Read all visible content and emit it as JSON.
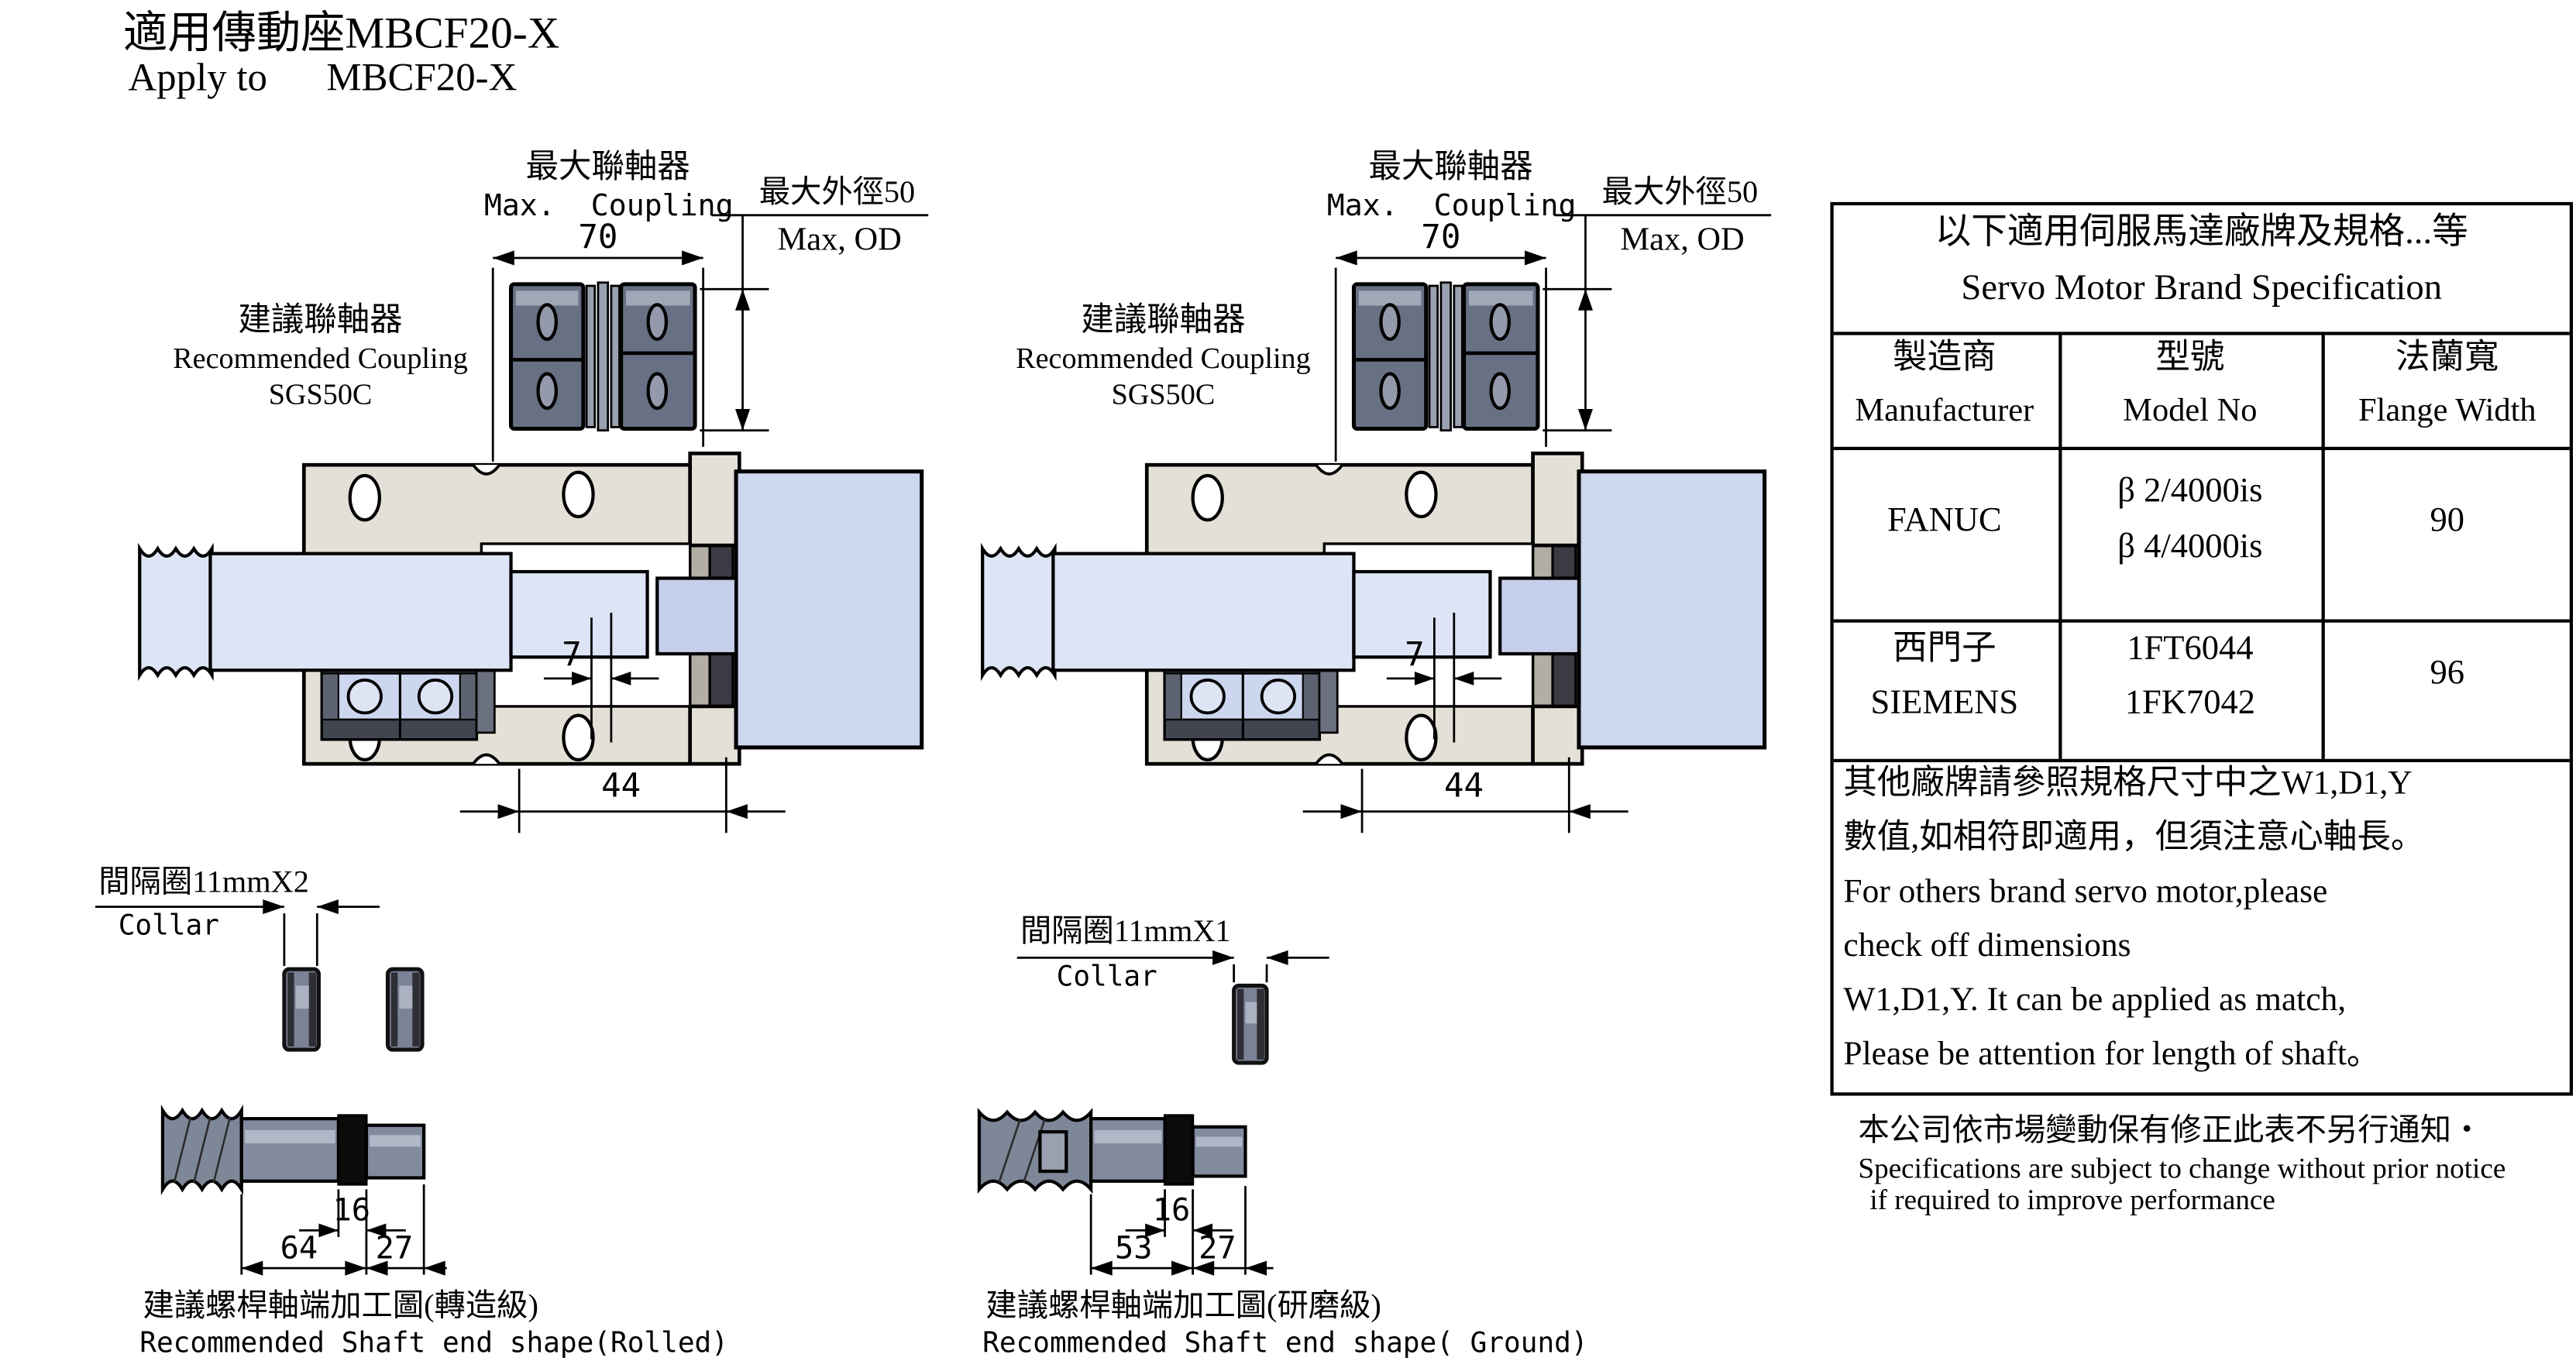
{
  "title": {
    "line1": "適用傳動座MBCF20-X",
    "line2": "Apply to      MBCF20-X"
  },
  "drawings": {
    "left": {
      "max_coupling_cjk": "最大聯軸器",
      "max_coupling_en": "Max.  Coupling",
      "coupling_width": "70",
      "max_od_cjk": "最大外徑50",
      "max_od_en": "Max, OD",
      "rec_coupling_cjk": "建議聯軸器",
      "rec_coupling_en": "Recommended Coupling",
      "rec_coupling_model": "SGS50C",
      "gap_dim": "7",
      "depth_dim": "44",
      "collar_cjk": "間隔圈11mmX2",
      "collar_en": "Collar",
      "dim_16": "16",
      "dim_64": "64",
      "dim_27": "27",
      "caption_cjk": "建議螺桿軸端加工圖(轉造級)",
      "caption_en": "Recommended Shaft end shape(Rolled)"
    },
    "middle": {
      "max_coupling_cjk": "最大聯軸器",
      "max_coupling_en": "Max.  Coupling",
      "coupling_width": "70",
      "max_od_cjk": "最大外徑50",
      "max_od_en": "Max, OD",
      "rec_coupling_cjk": "建議聯軸器",
      "rec_coupling_en": "Recommended Coupling",
      "rec_coupling_model": "SGS50C",
      "gap_dim": "7",
      "depth_dim": "44",
      "collar_cjk": "間隔圈11mmX1",
      "collar_en": "Collar",
      "dim_16": "16",
      "dim_53": "53",
      "dim_27": "27",
      "caption_cjk": "建議螺桿軸端加工圖(研磨級)",
      "caption_en": "Recommended Shaft end shape( Ground)"
    }
  },
  "table": {
    "title_cjk": "以下適用伺服馬達廠牌及規格...等",
    "title_en": "Servo Motor Brand Specification",
    "columns": [
      {
        "cjk": "製造商",
        "en": "Manufacturer"
      },
      {
        "cjk": "型號",
        "en": "Model No"
      },
      {
        "cjk": "法蘭寬",
        "en": "Flange Width"
      }
    ],
    "rows": [
      {
        "manufacturer_cjk": "",
        "manufacturer_en": "FANUC",
        "model_1": "β 2/4000is",
        "model_2": "β 4/4000is",
        "flange_width": "90"
      },
      {
        "manufacturer_cjk": "西門子",
        "manufacturer_en": "SIEMENS",
        "model_1": "1FT6044",
        "model_2": "1FK7042",
        "flange_width": "96"
      }
    ],
    "notes": [
      "其他廠牌請參照規格尺寸中之W1,D1,Y",
      "數值,如相符即適用，但須注意心軸長。",
      "For others brand servo motor,please",
      "check off dimensions",
      "W1,D1,Y. It can be applied as match,",
      "Please be attention for length of shaft。"
    ]
  },
  "footnote": {
    "line1": "本公司依市場變動保有修正此表不另行通知・",
    "line2": "Specifications are subject to change without prior notice",
    "line3": "if required to improve performance"
  }
}
